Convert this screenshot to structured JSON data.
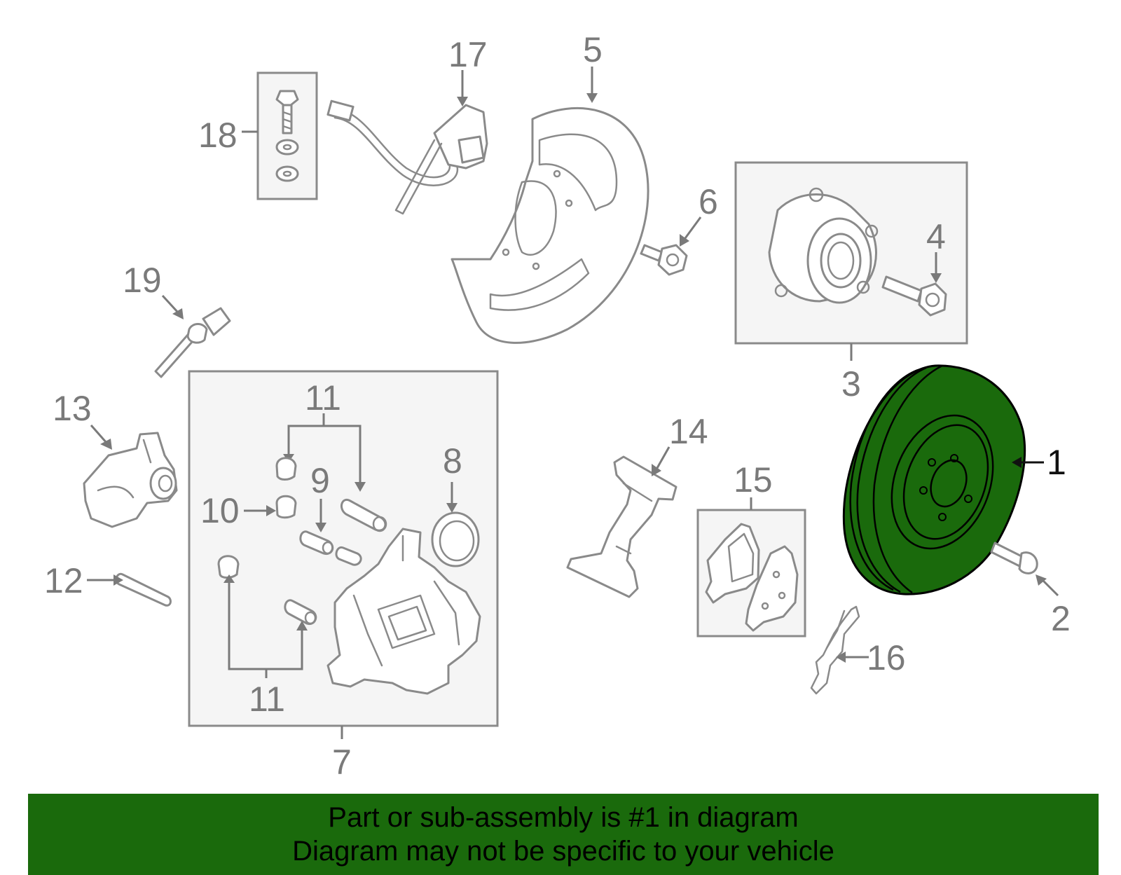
{
  "callouts": {
    "n1": "1",
    "n2": "2",
    "n3": "3",
    "n4": "4",
    "n5": "5",
    "n6": "6",
    "n7": "7",
    "n8": "8",
    "n9": "9",
    "n10": "10",
    "n11a": "11",
    "n11b": "11",
    "n12": "12",
    "n13": "13",
    "n14": "14",
    "n15": "15",
    "n16": "16",
    "n17": "17",
    "n18": "18",
    "n19": "19"
  },
  "highlight": {
    "part_number": "1",
    "fill_color": "#1a6a0c"
  },
  "banner": {
    "line1": "Part or sub-assembly is #1 in diagram",
    "line2": "Diagram may not be specific to your vehicle",
    "background": "#1a6a0c"
  },
  "icons": [
    "bolt-icon",
    "washer-icon",
    "sensor-icon",
    "dust-shield-icon",
    "hub-bearing-icon",
    "brake-rotor-icon",
    "caliper-icon",
    "brake-pad-icon"
  ]
}
